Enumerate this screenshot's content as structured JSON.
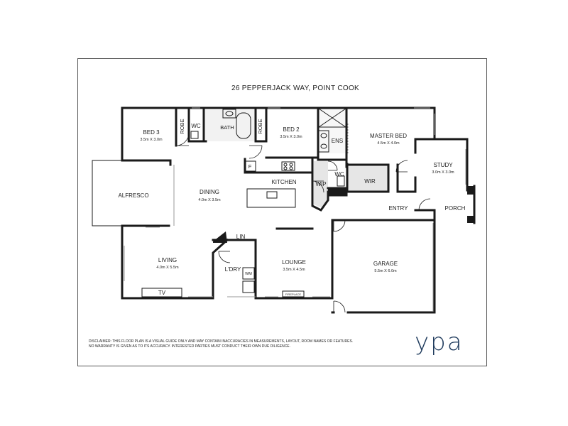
{
  "title": "26 PEPPERJACK WAY, POINT COOK",
  "rooms": {
    "bed3": {
      "name": "BED 3",
      "size": "3.5m X 3.0m"
    },
    "robe1": {
      "name": "ROBE"
    },
    "wc1": {
      "name": "WC"
    },
    "bath": {
      "name": "BATH"
    },
    "robe2": {
      "name": "ROBE"
    },
    "bed2": {
      "name": "BED 2",
      "size": "3.5m X 3.0m"
    },
    "ens": {
      "name": "ENS"
    },
    "master": {
      "name": "MASTER BED",
      "size": "4.5m X 4.0m"
    },
    "study": {
      "name": "STUDY",
      "size": "3.0m X 3.0m"
    },
    "wc2": {
      "name": "WC"
    },
    "wir": {
      "name": "WIR"
    },
    "wip": {
      "name": "WIP"
    },
    "fridge": {
      "name": "F"
    },
    "kitchen": {
      "name": "KITCHEN"
    },
    "dining": {
      "name": "DINING",
      "size": "4.0m X 3.5m"
    },
    "alfresco": {
      "name": "ALFRESCO"
    },
    "entry": {
      "name": "ENTRY"
    },
    "porch": {
      "name": "PORCH"
    },
    "living": {
      "name": "LIVING",
      "size": "4.0m X 5.5m"
    },
    "tv": {
      "name": "TV"
    },
    "lin": {
      "name": "LIN"
    },
    "ldry": {
      "name": "L'DRY"
    },
    "wm": {
      "name": "WM"
    },
    "lounge": {
      "name": "LOUNGE",
      "size": "3.5m X 4.5m"
    },
    "fireplace": {
      "name": "FIREPLACE"
    },
    "garage": {
      "name": "GARAGE",
      "size": "5.5m X 6.0m"
    }
  },
  "disclaimer": {
    "line1": "DISCLAIMER: THIS FLOOR PLAN IS A VISUAL GUIDE ONLY AND MAY CONTAIN INACCURACIES IN MEASUREMENTS, LAYOUT, ROOM NAMES OR FEATURES.",
    "line2": "NO WARRANTY IS GIVEN AS TO ITS ACCURACY. INTERESTED PARTIES MUST CONDUCT THEIR OWN DUE DILIGENCE."
  },
  "logo": {
    "text": "ypa",
    "color": "#1e3a5c"
  },
  "colors": {
    "walls": "#1a1a1a",
    "shaded": "#e6e6e6",
    "frame": "#555555"
  }
}
